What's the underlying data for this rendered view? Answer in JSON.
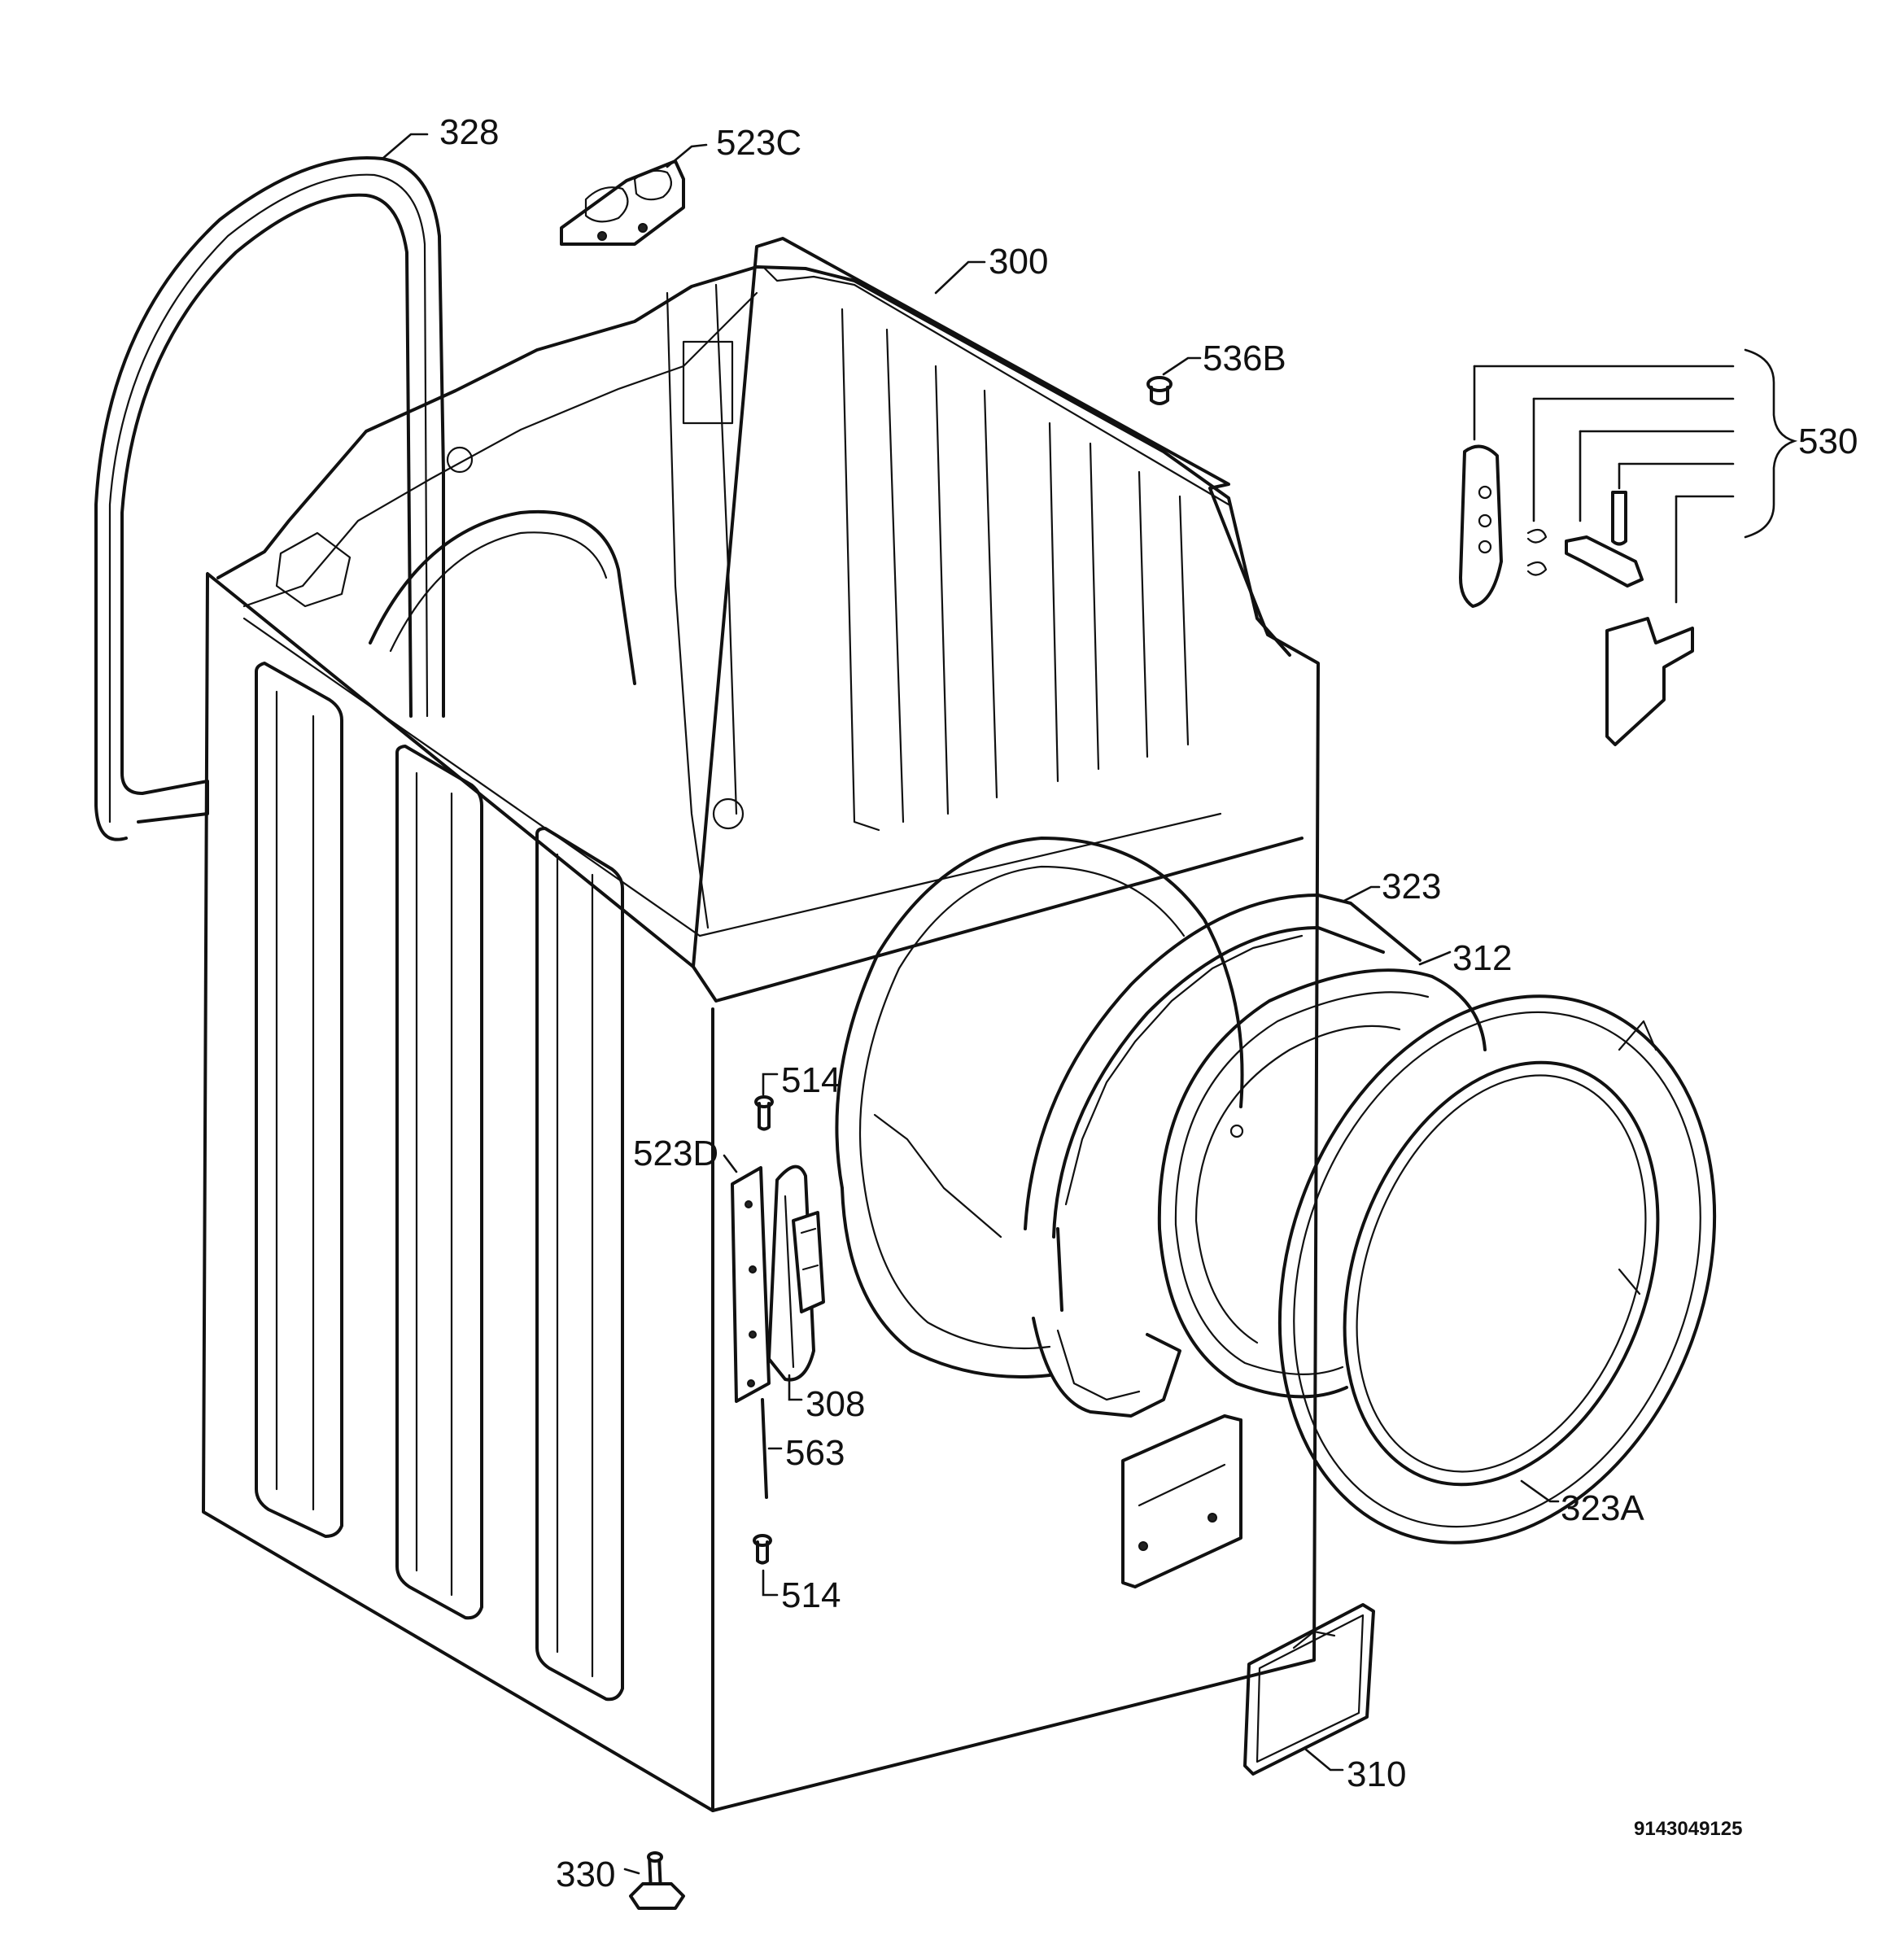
{
  "document_number": "9143049125",
  "callouts": {
    "c328": "328",
    "c523C": "523C",
    "c300": "300",
    "c536B": "536B",
    "c530": "530",
    "c323": "323",
    "c312": "312",
    "c514a": "514",
    "c523D": "523D",
    "c308": "308",
    "c563": "563",
    "c514b": "514",
    "c323A": "323A",
    "c310": "310",
    "c330": "330"
  }
}
